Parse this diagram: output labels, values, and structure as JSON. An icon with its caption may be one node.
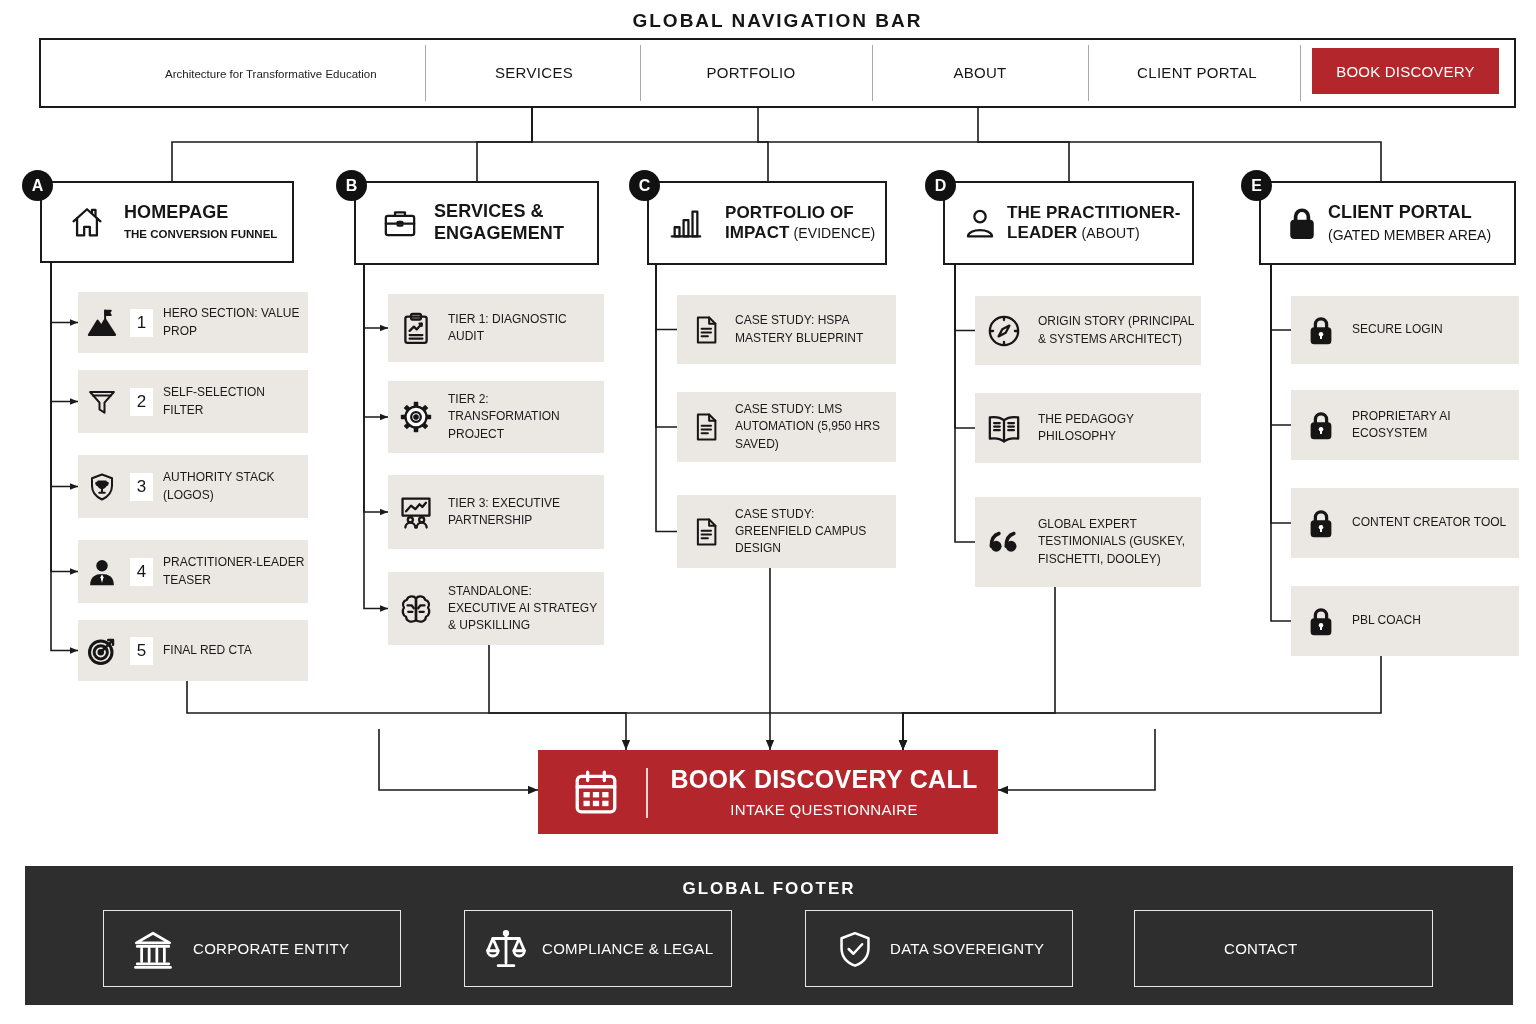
{
  "diagram": {
    "nodes": [
      {
        "text": [
          "GLOBAL NAVIGATION BAR",
          "Architecture for Transformative Education",
          "SERVICES",
          "PORTFOLIO",
          "ABOUT",
          "CLIENT PORTAL"
        ]
      },
      {
        "text": [
          "BOOK DISCOVERY"
        ],
        "in": 0
      },
      {
        "text": [
          "A",
          "HOMEPAGE",
          "THE CONVERSION FUNNEL"
        ]
      },
      {
        "text": [
          "1",
          "HERO SECTION: VALUE PROP"
        ]
      },
      {
        "text": [
          "2",
          "SELF-SELECTION FILTER"
        ]
      },
      {
        "text": [
          "3",
          "AUTHORITY STACK (LOGOS)"
        ]
      },
      {
        "text": [
          "4",
          "PRACTITIONER-LEADER TEASER"
        ]
      },
      {
        "text": [
          "5",
          "FINAL RED CTA"
        ]
      },
      {
        "text": [
          "B",
          "SERVICES & ENGAGEMENT"
        ]
      },
      {
        "text": [
          "TIER 1: DIAGNOSTIC AUDIT"
        ]
      },
      {
        "text": [
          "TIER 2: TRANSFORMATION PROJECT"
        ]
      },
      {
        "text": [
          "TIER 3: EXECUTIVE PARTNERSHIP"
        ]
      },
      {
        "text": [
          "STANDALONE: EXECUTIVE AI STRATEGY & UPSKILLING"
        ]
      },
      {
        "text": [
          "C",
          "**PORTFOLIO OF IMPACT** (EVIDENCE)"
        ]
      },
      {
        "text": [
          "CASE STUDY: HSPA MASTERY BLUEPRINT"
        ]
      },
      {
        "text": [
          "CASE STUDY: LMS AUTOMATION (5,950 HRS SAVED)"
        ]
      },
      {
        "text": [
          "CASE STUDY: GREENFIELD CAMPUS DESIGN"
        ]
      },
      {
        "text": [
          "D",
          "**THE PRACTITIONER-LEADER** (ABOUT)"
        ]
      },
      {
        "text": [
          "ORIGIN STORY (PRINCIPAL & SYSTEMS ARCHITECT)"
        ]
      },
      {
        "text": [
          "THE PEDAGOGY PHILOSOPHY"
        ]
      },
      {
        "text": [
          "GLOBAL EXPERT TESTIMONIALS (GUSKEY, FISCHETTI, DOOLEY)"
        ]
      },
      {
        "text": [
          "E",
          "CLIENT PORTAL",
          "(GATED MEMBER AREA)"
        ]
      },
      {
        "text": [
          "SECURE LOGIN"
        ]
      },
      {
        "text": [
          "PROPRIETARY AI ECOSYSTEM"
        ]
      },
      {
        "text": [
          "CONTENT CREATOR TOOL"
        ]
      },
      {
        "text": [
          "PBL COACH"
        ]
      },
      {
        "text": [
          "BOOK DISCOVERY CALL",
          "INTAKE QUESTIONNAIRE"
        ]
      },
      {
        "text": [
          "GLOBAL FOOTER"
        ]
      },
      {
        "text": [
          "CORPORATE ENTITY"
        ],
        "in": 27
      },
      {
        "text": [
          "COMPLIANCE & LEGAL"
        ],
        "in": 27
      },
      {
        "text": [
          "DATA SOVEREIGNTY"
        ],
        "in": 27
      },
      {
        "text": [
          "CONTACT"
        ],
        "in": 27
      }
    ],
    "edges": [
      {
        "from": 0,
        "to": 2,
        "arrow": "none"
      },
      {
        "from": 0,
        "to": 8,
        "arrow": "none"
      },
      {
        "from": 0,
        "to": 13,
        "arrow": "none"
      },
      {
        "from": 0,
        "to": 17,
        "arrow": "none"
      },
      {
        "from": 0,
        "to": 21,
        "arrow": "none"
      },
      {
        "from": 2,
        "to": 3,
        "arrow": "to"
      },
      {
        "from": 2,
        "to": 4,
        "arrow": "to"
      },
      {
        "from": 2,
        "to": 5,
        "arrow": "to"
      },
      {
        "from": 2,
        "to": 6,
        "arrow": "to"
      },
      {
        "from": 2,
        "to": 7,
        "arrow": "to"
      },
      {
        "from": 8,
        "to": 9,
        "arrow": "to"
      },
      {
        "from": 8,
        "to": 10,
        "arrow": "to"
      },
      {
        "from": 8,
        "to": 11,
        "arrow": "to"
      },
      {
        "from": 8,
        "to": 12,
        "arrow": "to"
      },
      {
        "from": 13,
        "to": 14,
        "arrow": "none"
      },
      {
        "from": 13,
        "to": 15,
        "arrow": "none"
      },
      {
        "from": 13,
        "to": 16,
        "arrow": "none"
      },
      {
        "from": 17,
        "to": 18,
        "arrow": "none"
      },
      {
        "from": 17,
        "to": 19,
        "arrow": "none"
      },
      {
        "from": 17,
        "to": 20,
        "arrow": "none"
      },
      {
        "from": 21,
        "to": 22,
        "arrow": "none"
      },
      {
        "from": 21,
        "to": 23,
        "arrow": "none"
      },
      {
        "from": 21,
        "to": 24,
        "arrow": "none"
      },
      {
        "from": 21,
        "to": 25,
        "arrow": "none"
      },
      {
        "from": 7,
        "to": 26,
        "arrow": "to"
      },
      {
        "from": 12,
        "to": 26,
        "arrow": "to"
      },
      {
        "from": 16,
        "to": 26,
        "arrow": "to"
      },
      {
        "from": 20,
        "to": 26,
        "arrow": "to"
      },
      {
        "from": 25,
        "to": 26,
        "arrow": "to"
      },
      {
        "from": null,
        "to": 26,
        "arrow": "to"
      },
      {
        "from": null,
        "to": 26,
        "arrow": "to"
      }
    ]
  }
}
